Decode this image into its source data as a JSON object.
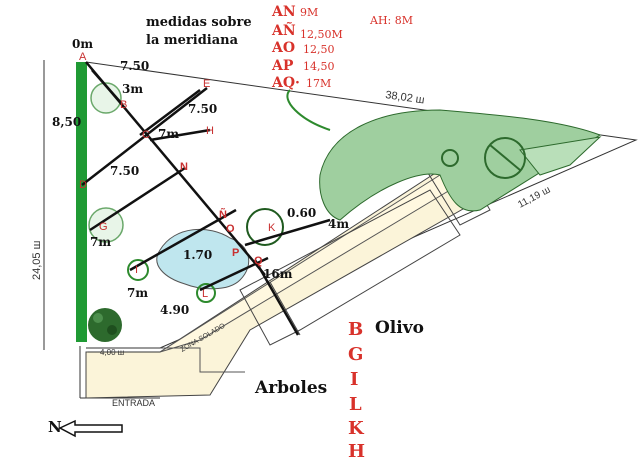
{
  "header": {
    "measure_note_line1": "medidas sobre",
    "measure_note_line2": "la meridiana",
    "distances": [
      {
        "label": "AN",
        "value": "9M"
      },
      {
        "label": "AÑ",
        "value": "12,50M"
      },
      {
        "label": "AO",
        "value": "12,50"
      },
      {
        "label": "AP",
        "value": "14,50"
      },
      {
        "label": "AQ·",
        "value": "17M"
      }
    ],
    "ah": "AH: 8M"
  },
  "points": {
    "A": "A",
    "B": "B",
    "C": "C",
    "D": "D",
    "E": "E",
    "G": "G",
    "H": "H",
    "I": "I",
    "K": "K",
    "L": "L",
    "N": "N",
    "Ñ": "Ñ",
    "O": "O",
    "P": "P",
    "Q": "Q"
  },
  "measures": {
    "zero": "0m",
    "a_e": "7.50",
    "b_3": "3m",
    "c_h": "7.50",
    "c_7": "7m",
    "d_n": "7.50",
    "left_850": "8,50",
    "g_7": "7m",
    "pond": "1.70",
    "k_060": "0.60",
    "k_4": "4m",
    "i_7": "7m",
    "l_490": "4.90",
    "q_16": "16m"
  },
  "handwritten": {
    "top_edge": "38,02 ш",
    "left_edge": "24,05 ш",
    "right_edge": "11,19 ш",
    "bottom_4m": "4,00 ш",
    "zona_solado": "ZONA SOLADO",
    "entrada": "ENTRADA"
  },
  "legend": {
    "olivo": "Olivo",
    "arboles": "Arboles",
    "tree_letters": [
      "B",
      "G",
      "I",
      "L",
      "K",
      "H"
    ]
  },
  "compass": {
    "north": "N"
  },
  "colors": {
    "red": "#d8322b",
    "wall": "#1f9a34",
    "pond": "#bfe6ee",
    "shrub": "#2d6a2d"
  }
}
